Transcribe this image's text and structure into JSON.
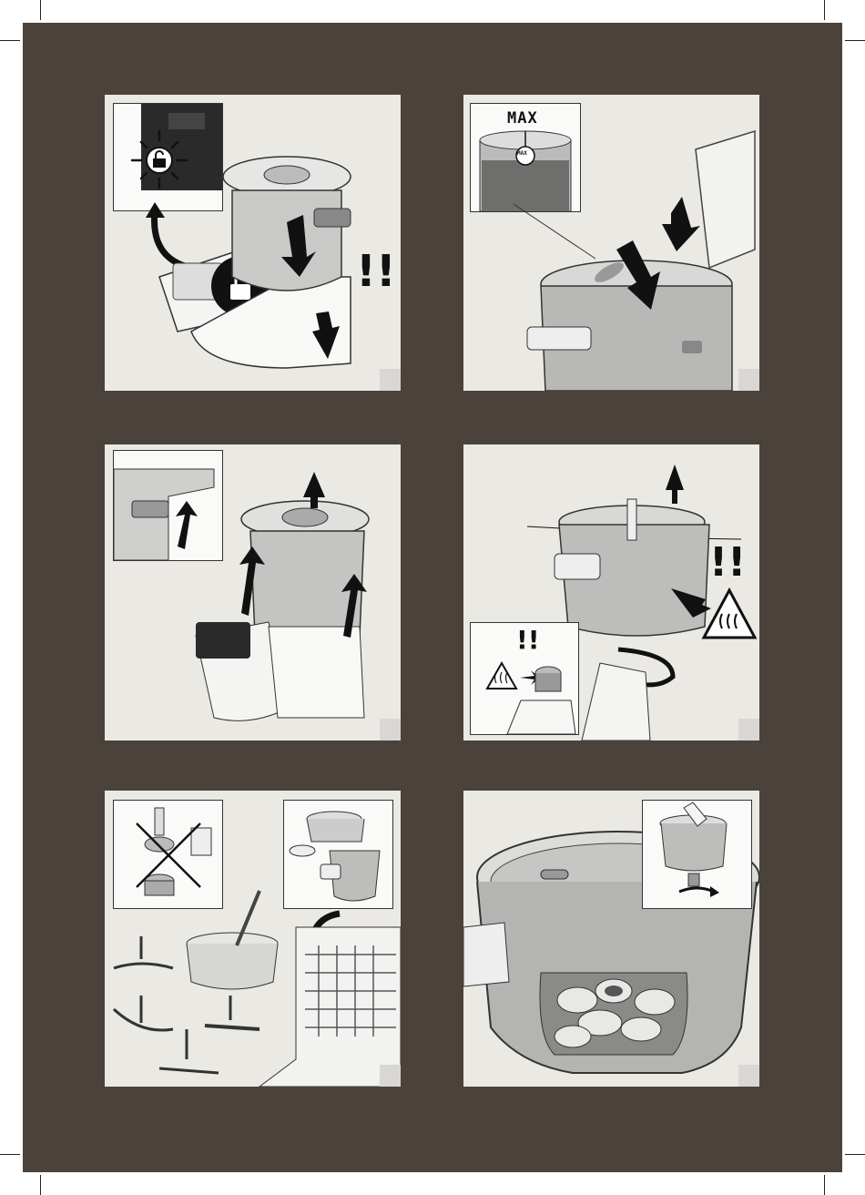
{
  "page": {
    "background": "#ffffff",
    "sheet_color": "#4a423b",
    "panel_color": "#ebe9e4",
    "step_box_color": "#d9d7d3"
  },
  "panels": [
    {
      "id": 1,
      "icons": [
        "unlock-icon",
        "lock-blinking-icon",
        "arrow-down-icon",
        "arrow-up-icon"
      ],
      "warning": "!!"
    },
    {
      "id": 2,
      "icons": [
        "max-level-icon",
        "pitcher-icon",
        "arrow-down-icon"
      ],
      "max_label": "MAX",
      "max_small_label": "MAX"
    },
    {
      "id": 3,
      "icons": [
        "arrow-up-icon",
        "handle-release-icon"
      ]
    },
    {
      "id": 4,
      "icons": [
        "arrow-up-icon",
        "hot-surface-icon",
        "blade-remove-icon"
      ],
      "warning": "!!",
      "inset_warning": "!!"
    },
    {
      "id": 5,
      "icons": [
        "no-dishwasher-icon",
        "dishwasher-icon",
        "blade-icon",
        "steam-basket-icon"
      ]
    },
    {
      "id": 6,
      "icons": [
        "bowl-icon",
        "blade-unscrew-icon"
      ]
    }
  ]
}
